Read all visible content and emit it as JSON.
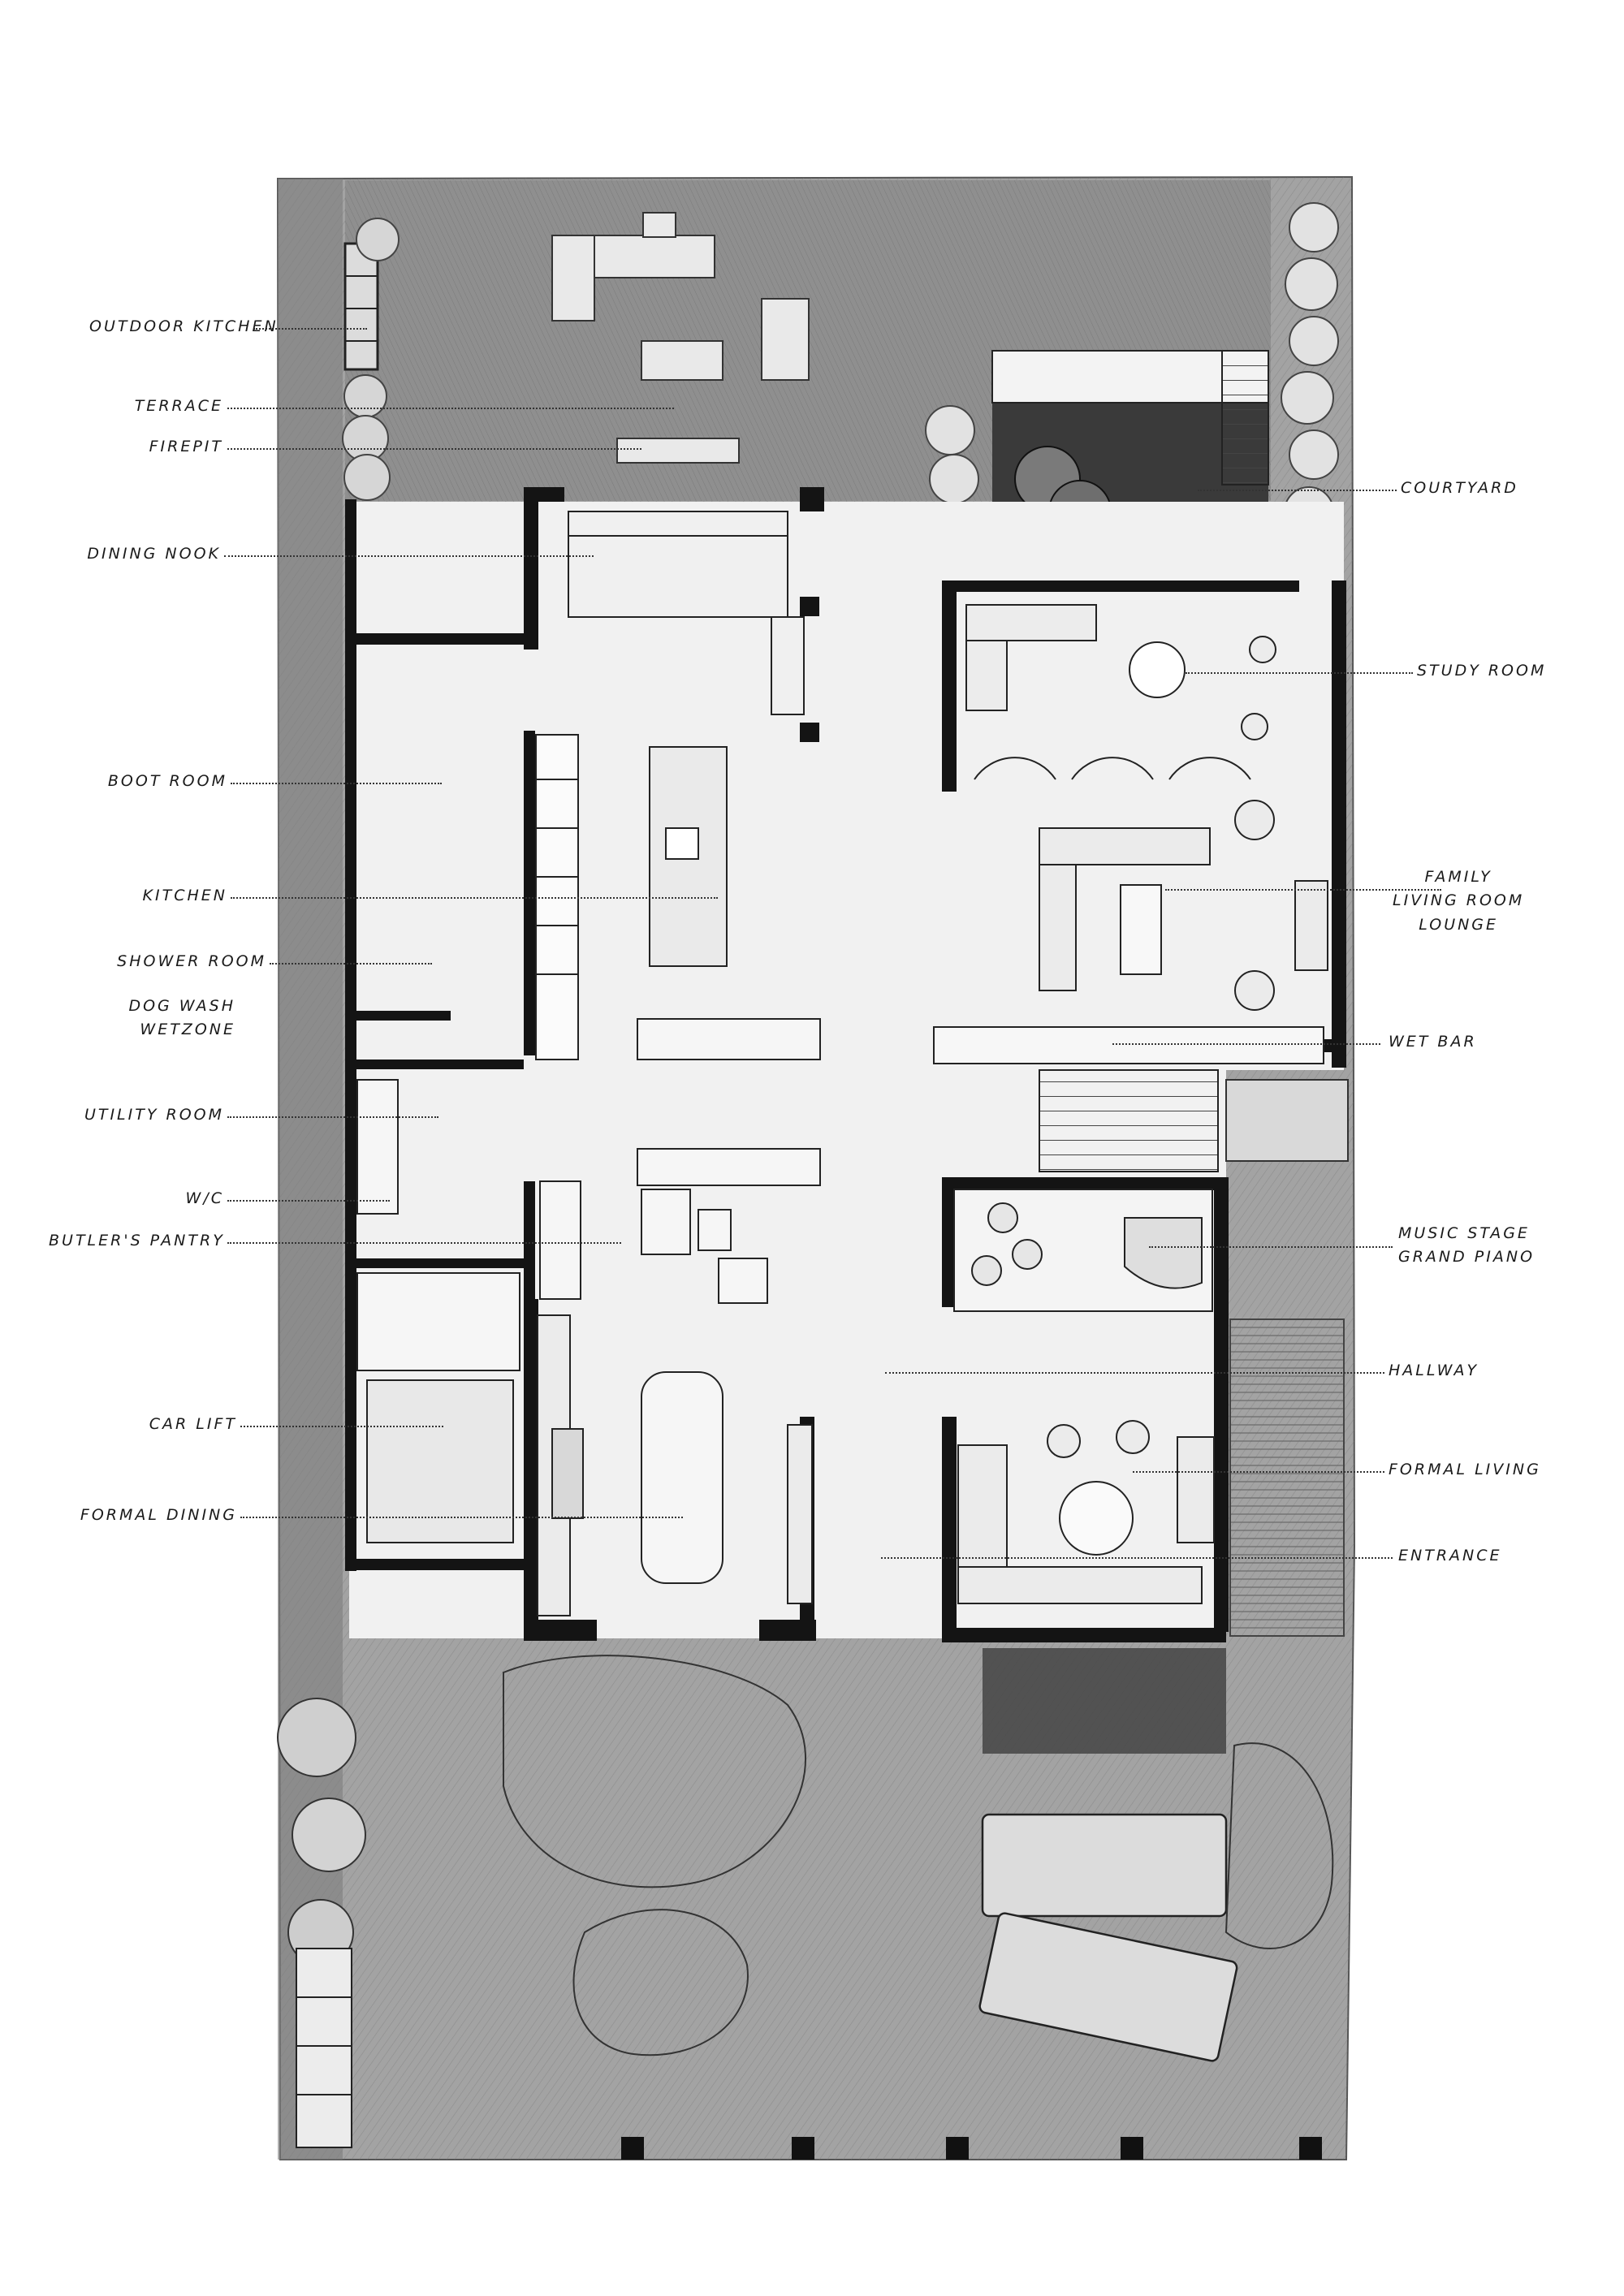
{
  "labels": {
    "outdoor_kitchen": "OUTDOOR KITCHEN",
    "terrace": "TERRACE",
    "firepit": "FIREPIT",
    "dining_nook": "DINING NOOK",
    "boot_room": "BOOT ROOM",
    "kitchen": "KITCHEN",
    "shower_room": "SHOWER ROOM",
    "dog_wash_1": "DOG WASH",
    "dog_wash_2": "WETZONE",
    "utility_room": "UTILITY ROOM",
    "wc": "W/C",
    "butlers_pantry": "BUTLER'S PANTRY",
    "car_lift": "CAR LIFT",
    "formal_dining": "FORMAL DINING",
    "courtyard": "COURTYARD",
    "study_room": "STUDY ROOM",
    "family_1": "FAMILY",
    "family_2": "LIVING ROOM",
    "family_3": "LOUNGE",
    "wet_bar": "WET BAR",
    "music_1": "MUSIC STAGE",
    "music_2": "GRAND PIANO",
    "hallway": "HALLWAY",
    "formal_living": "FORMAL LIVING",
    "entrance": "ENTRANCE"
  },
  "colors": {
    "wall": "#141414",
    "paper": "#ffffff",
    "interior": "#f1f1f1",
    "garden": "#9d9d9d",
    "terrace": "#8c8c8c",
    "courtyard": "#3e3e3e",
    "pencil": "#2a2a2a"
  }
}
